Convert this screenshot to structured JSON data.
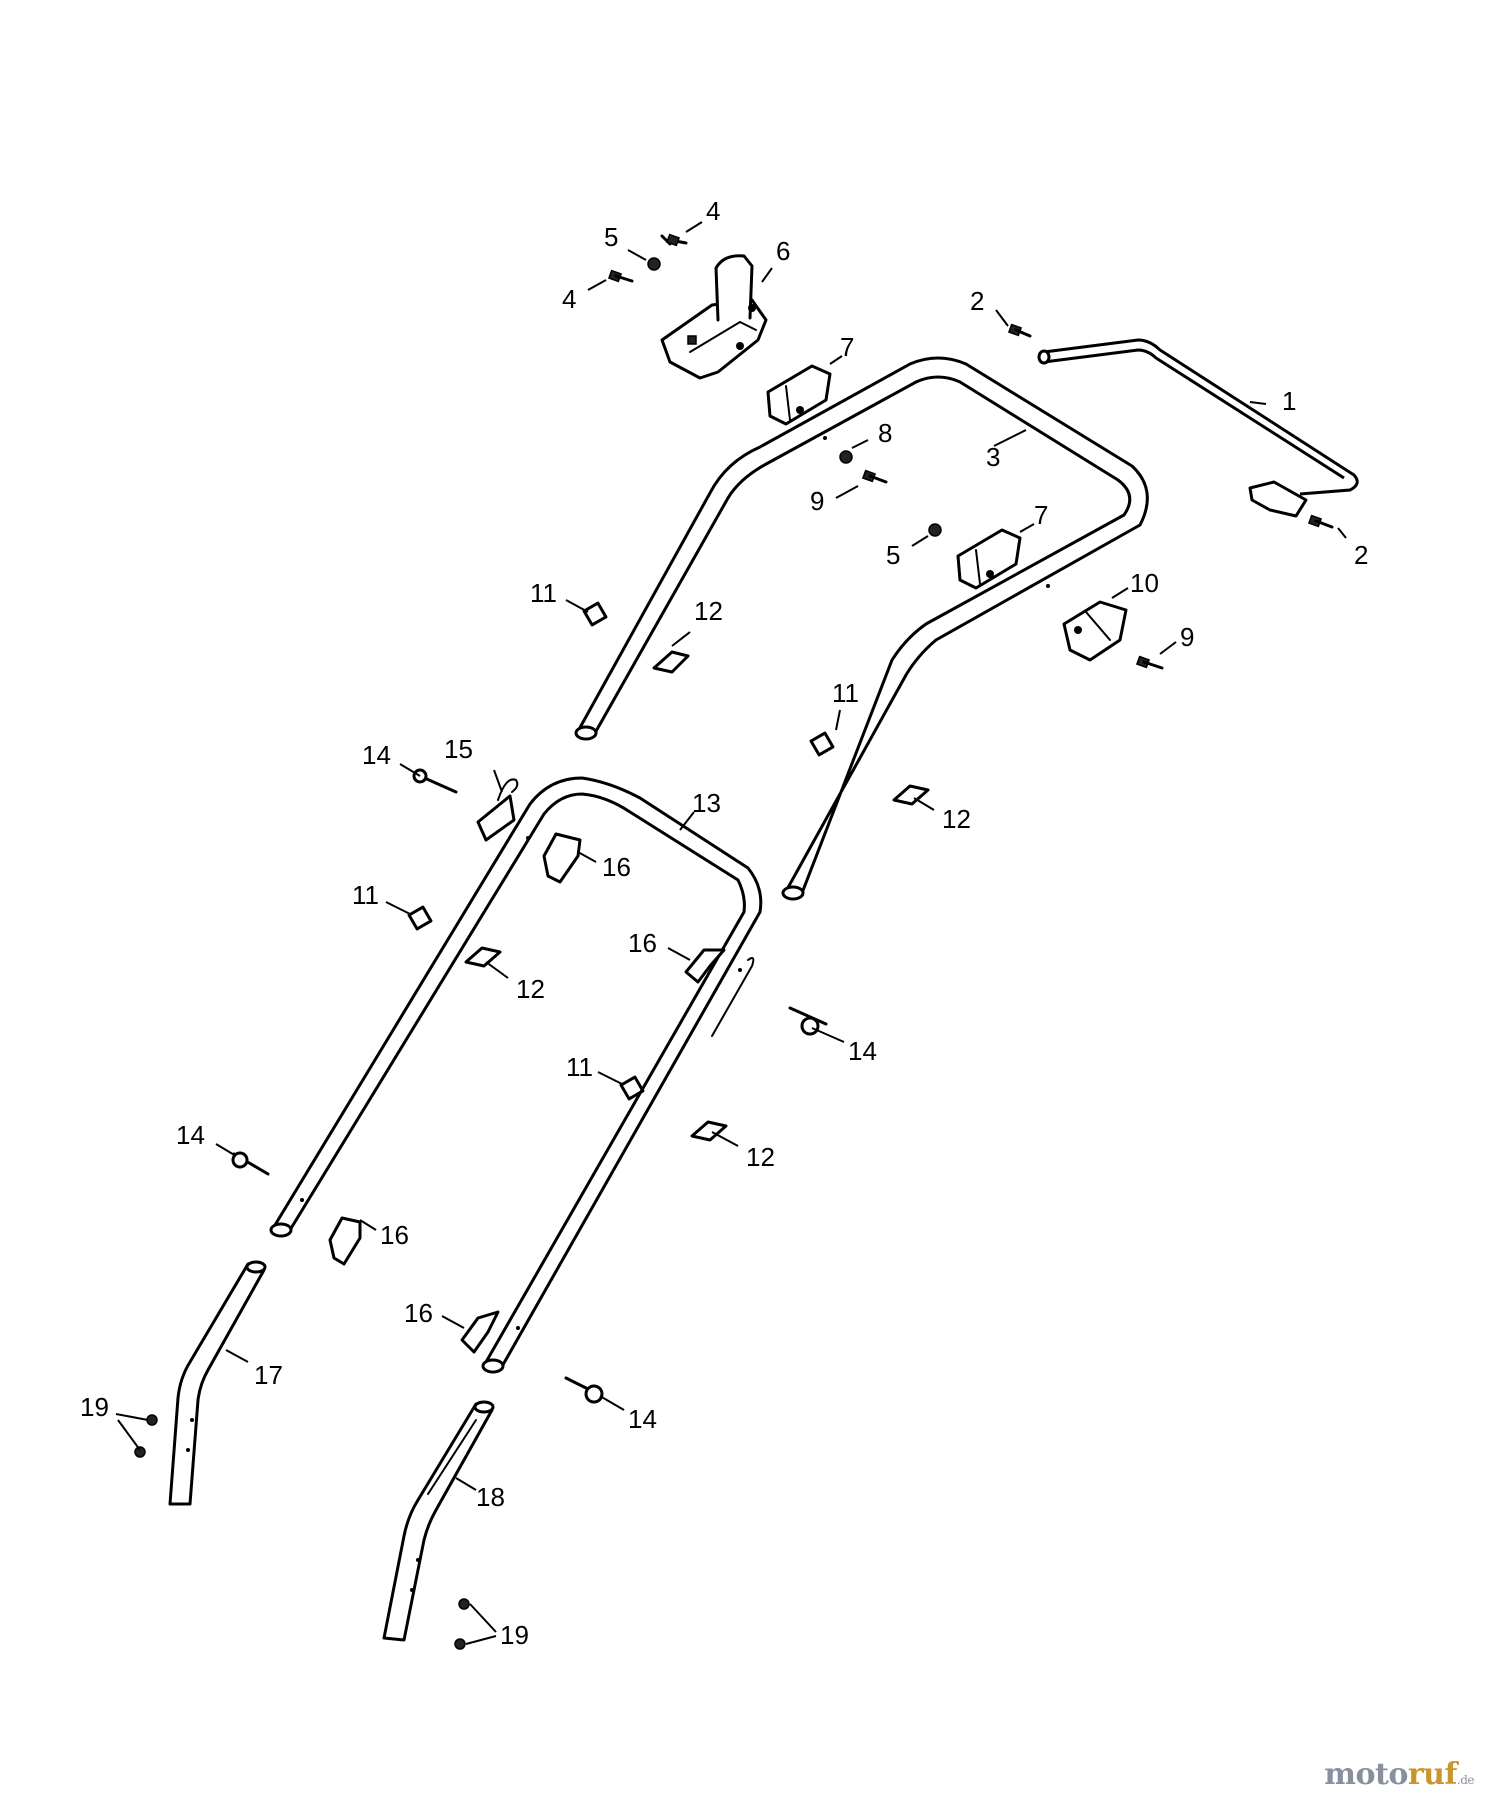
{
  "callouts": [
    "1",
    "2",
    "2",
    "3",
    "4",
    "4",
    "5",
    "5",
    "6",
    "7",
    "7",
    "8",
    "9",
    "9",
    "10",
    "11",
    "11",
    "11",
    "11",
    "12",
    "12",
    "12",
    "12",
    "13",
    "14",
    "14",
    "14",
    "14",
    "15",
    "16",
    "16",
    "16",
    "16",
    "17",
    "18",
    "19",
    "19"
  ],
  "brand": {
    "part1": "moto",
    "part2": "ruf",
    "suffix": ".de"
  },
  "colors": {
    "line": "#000000",
    "background": "#ffffff",
    "brand_grey": "#8a8fa0",
    "brand_gold": "#c8962c"
  }
}
